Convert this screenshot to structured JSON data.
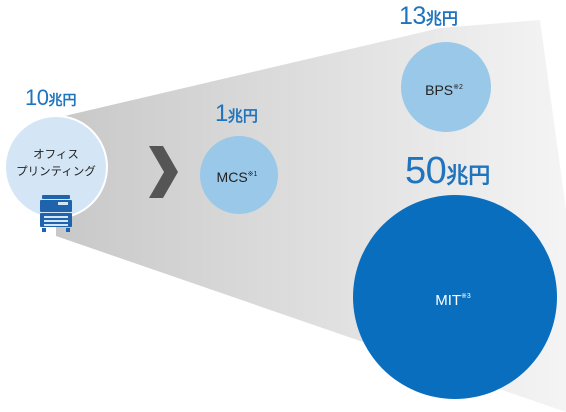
{
  "origin": {
    "label_line1": "オフィス",
    "label_line2": "プリンティング",
    "amount_number": "10",
    "amount_unit": "兆円",
    "icon": "multifunction-printer-icon"
  },
  "arrow_icon": "chevron-right-icon",
  "segments": [
    {
      "id": "mcs",
      "name": "MCS",
      "note": "※1",
      "amount_number": "1",
      "amount_unit": "兆円"
    },
    {
      "id": "bps",
      "name": "BPS",
      "note": "※2",
      "amount_number": "13",
      "amount_unit": "兆円"
    },
    {
      "id": "mit",
      "name": "MIT",
      "note": "※3",
      "amount_number": "50",
      "amount_unit": "兆円"
    }
  ],
  "colors": {
    "origin_fill": "#d4e6f5",
    "light_circle": "#9ac8e8",
    "dark_circle": "#0a6ebf",
    "amount_text": "#1f74bd",
    "beam": "#dcdcdc",
    "arrow": "#555555"
  }
}
